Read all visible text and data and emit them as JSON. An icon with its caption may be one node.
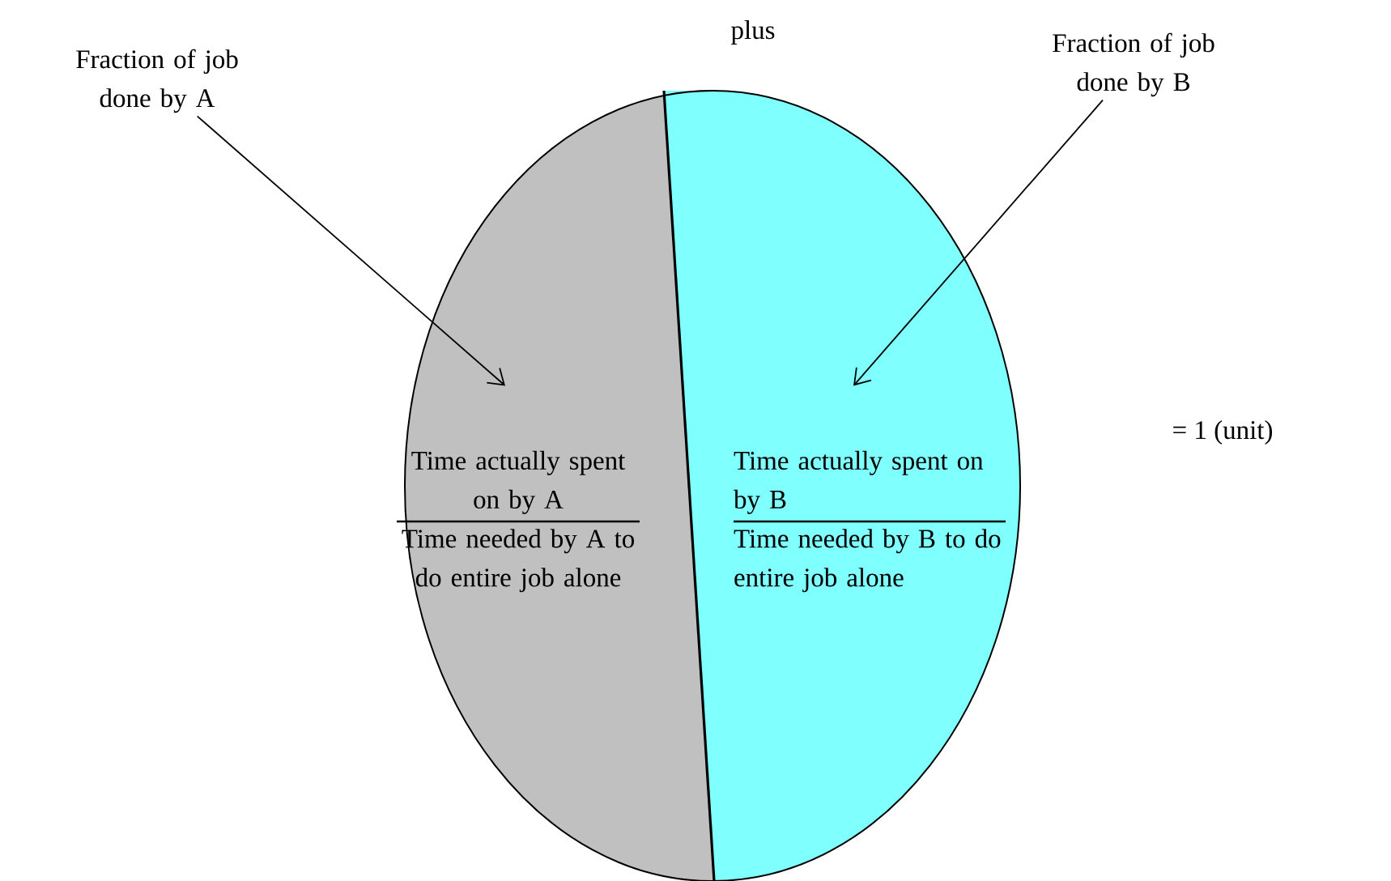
{
  "diagram": {
    "nodes": [
      {
        "text": [
          "Time actually spent on by A",
          "Time needed by A to do entire job alone"
        ]
      },
      {
        "text": [
          "Time actually spent on by B",
          "Time needed by B to do entire job alone"
        ]
      },
      {
        "text": [
          "Fraction of job done by A"
        ]
      },
      {
        "text": [
          "Fraction of job done by B"
        ]
      }
    ],
    "edges": [
      {
        "from": 2,
        "to": 0,
        "arrow": "to"
      },
      {
        "from": 3,
        "to": 1,
        "arrow": "to"
      }
    ],
    "labels": [
      "plus",
      "= 1 (unit)"
    ]
  }
}
